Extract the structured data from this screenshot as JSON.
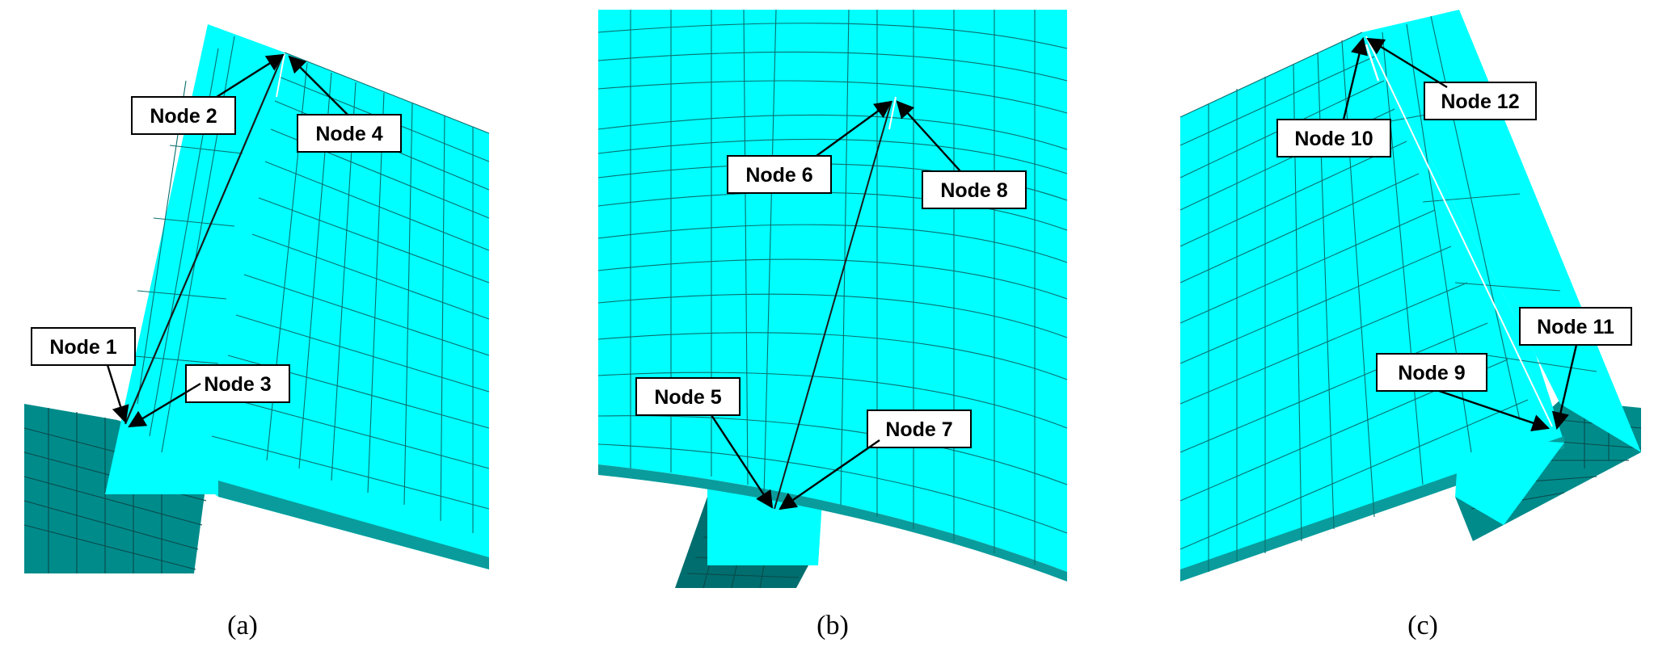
{
  "colors": {
    "mesh_fill": "#00ffff",
    "mesh_dark": "#008b8b",
    "mesh_line": "#0b6f6f",
    "label_box": "#ffffff"
  },
  "panels": [
    {
      "caption": "(a)",
      "nodes": [
        "Node 1",
        "Node 2",
        "Node 3",
        "Node 4"
      ]
    },
    {
      "caption": "(b)",
      "nodes": [
        "Node 5",
        "Node 6",
        "Node 7",
        "Node 8"
      ]
    },
    {
      "caption": "(c)",
      "nodes": [
        "Node 9",
        "Node 10",
        "Node 11",
        "Node 12"
      ]
    }
  ]
}
